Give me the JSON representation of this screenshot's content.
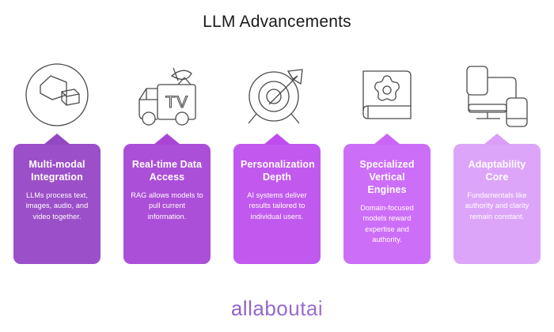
{
  "title": "LLM Advancements",
  "footer": {
    "logo_text": "allaboutai"
  },
  "columns": [
    {
      "icon_name": "cube-shapes-circle-icon",
      "title": "Multi-modal Integration",
      "body": "LLMs process text, images, audio, and video together.",
      "color": "#9b4fc8",
      "notch_color": "#9248c0"
    },
    {
      "icon_name": "broadcast-van-icon",
      "title": "Real-time Data Access",
      "body": "RAG allows models to pull current information.",
      "color": "#ac4fd8",
      "notch_color": "#a945d4"
    },
    {
      "icon_name": "target-arrow-icon",
      "title": "Personalization Depth",
      "body": "AI systems deliver results tailored to individual users.",
      "color": "#c159ee",
      "notch_color": "#bf4cee"
    },
    {
      "icon_name": "book-gear-icon",
      "title": "Specialized Vertical Engines",
      "body": "Domain-focused models reward expertise and authority.",
      "color": "#cd6ef8",
      "notch_color": "#ca65f8"
    },
    {
      "icon_name": "connected-devices-icon",
      "title": "Adaptability Core",
      "body": "Fundamentals like authority and clarity remain constant.",
      "color": "#dda5fa",
      "notch_color": "#dc9dfa"
    }
  ]
}
